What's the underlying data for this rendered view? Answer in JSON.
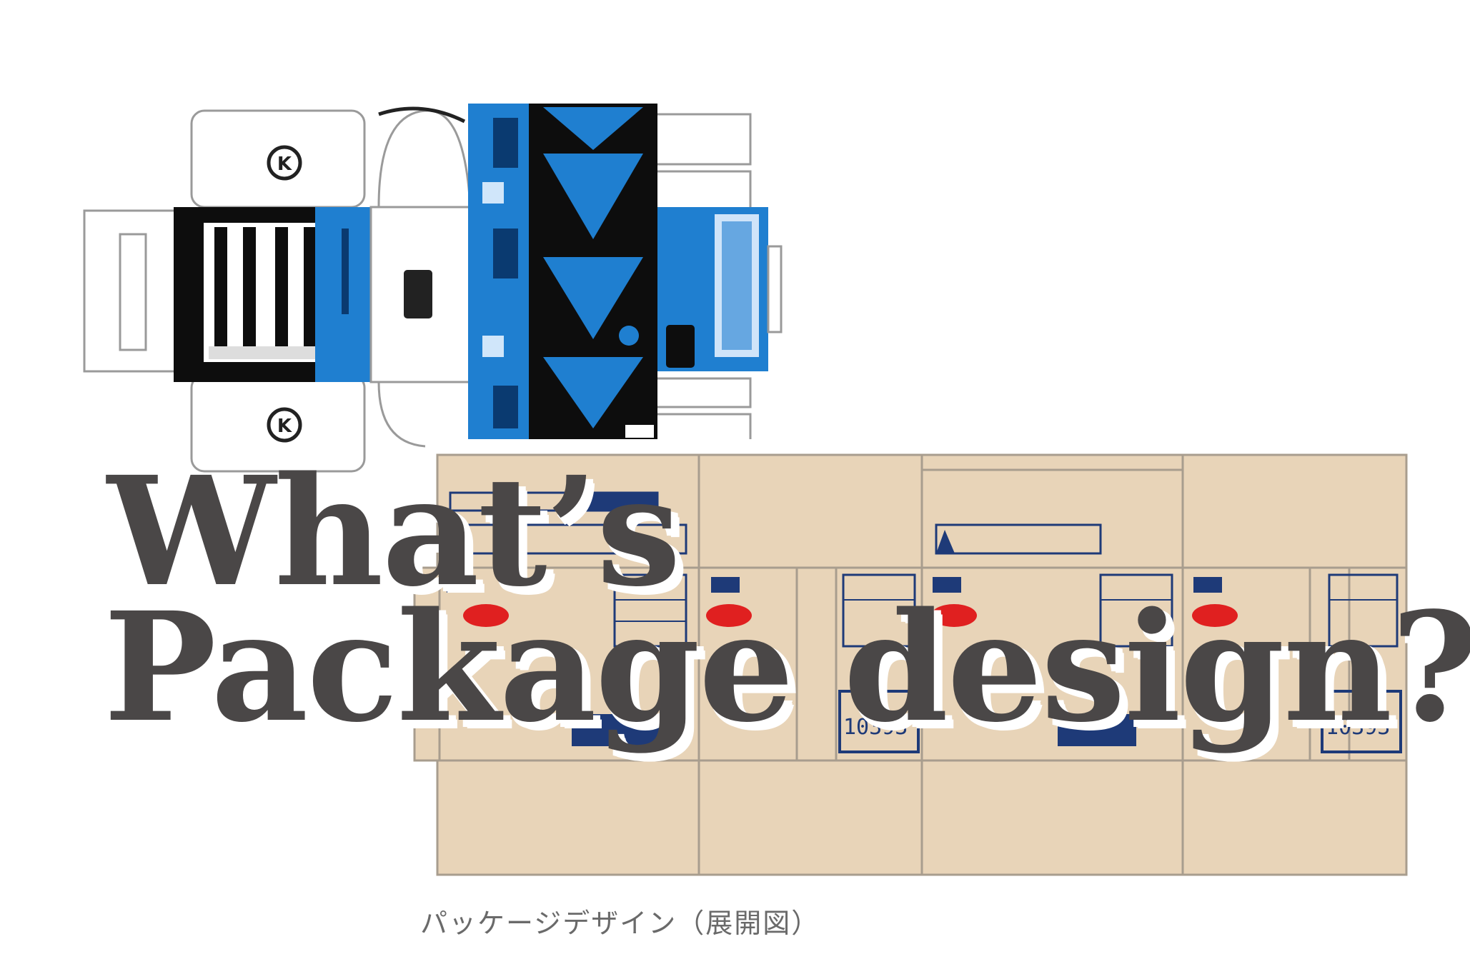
{
  "headline": {
    "line1": "What’s",
    "line2": "Package design?"
  },
  "caption": "パッケージデザイン（展開図）",
  "carton": {
    "code_left": "10393",
    "code_right": "10393"
  },
  "colors": {
    "headline": "#4a4747",
    "carton_fill": "#e8d4b8",
    "carton_line": "#a89d8e",
    "blue": "#1f7fd0",
    "navy": "#1e3a78",
    "black": "#0d0d0d",
    "red": "#e02020"
  }
}
